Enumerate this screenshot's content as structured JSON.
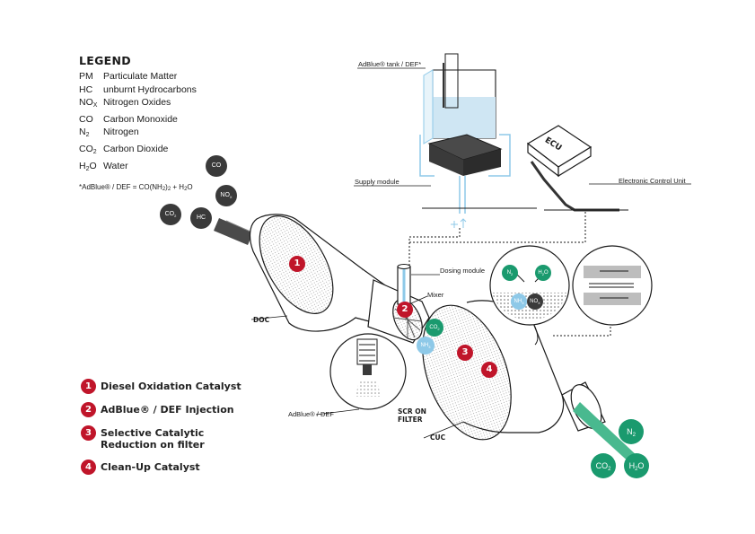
{
  "legend": {
    "title": "LEGEND",
    "entries": [
      {
        "abbr": "PM",
        "abbr_sub": "",
        "text": "Particulate Matter"
      },
      {
        "abbr": "HC",
        "abbr_sub": "",
        "text": "unburnt Hydrocarbons"
      },
      {
        "abbr": "NO",
        "abbr_sub": "X",
        "text": "Nitrogen Oxides"
      },
      {
        "abbr": "CO",
        "abbr_sub": "",
        "text": "Carbon Monoxide"
      },
      {
        "abbr": "N",
        "abbr_sub": "2",
        "text": "Nitrogen"
      },
      {
        "abbr": "CO",
        "abbr_sub": "2",
        "text": "Carbon Dioxide"
      },
      {
        "abbr": "H",
        "abbr_sub": "2",
        "abbr_tail": "O",
        "text": "Water"
      }
    ],
    "footnote": {
      "prefix": "*AdBlue® / DEF = CO(NH",
      "sub1": "2",
      "mid": ")",
      "sub2": "2",
      "suffix": " + H",
      "sub3": "2",
      "end": "O"
    }
  },
  "steps": [
    {
      "number": "1",
      "lines": [
        "Diesel Oxidation Catalyst"
      ]
    },
    {
      "number": "2",
      "lines": [
        "AdBlue® / DEF Injection"
      ]
    },
    {
      "number": "3",
      "lines": [
        "Selective Catalytic",
        "Reduction on filter"
      ]
    },
    {
      "number": "4",
      "lines": [
        "Clean-Up Catalyst"
      ]
    }
  ],
  "labels": {
    "tank": "AdBlue® tank / DEF*",
    "supply_module": "Supply module",
    "ecu_box": "ECU",
    "ecu_name": "Electronic Control Unit",
    "dosing_module": "Dosing module",
    "mixer": "Mixer",
    "doc": "DOC",
    "scr_line1": "SCR ON",
    "scr_line2": "FILTER",
    "cuc": "CUC",
    "adblue_def": "AdBlue® / DEF"
  },
  "molecules": {
    "co": {
      "main": "CO",
      "sub": "",
      "tail": ""
    },
    "nox": {
      "main": "NO",
      "sub": "X",
      "tail": ""
    },
    "co2_in": {
      "main": "CO",
      "sub": "2",
      "tail": ""
    },
    "hc": {
      "main": "HC",
      "sub": "",
      "tail": ""
    },
    "co2_mixer": {
      "main": "CO",
      "sub": "2",
      "tail": ""
    },
    "nh3_mixer": {
      "main": "NH",
      "sub": "3",
      "tail": ""
    },
    "n2_zoom": {
      "main": "N",
      "sub": "2",
      "tail": ""
    },
    "h2o_zoom": {
      "main": "H",
      "sub": "2",
      "tail": "O"
    },
    "nh3_zoom": {
      "main": "NH",
      "sub": "3",
      "tail": ""
    },
    "nox_zoom": {
      "main": "NO",
      "sub": "X",
      "tail": ""
    },
    "n2_out": {
      "main": "N",
      "sub": "2",
      "tail": ""
    },
    "co2_out": {
      "main": "CO",
      "sub": "2",
      "tail": ""
    },
    "h2o_out": {
      "main": "H",
      "sub": "2",
      "tail": "O"
    }
  },
  "colors": {
    "catalyst_red": "#c0152a",
    "molecule_dark": "#3a3a3a",
    "molecule_green": "#1a9a6e",
    "molecule_blue": "#8ec9e8",
    "liquid_blue": "#cfe6f3",
    "outlet_green": "#49b98f"
  }
}
